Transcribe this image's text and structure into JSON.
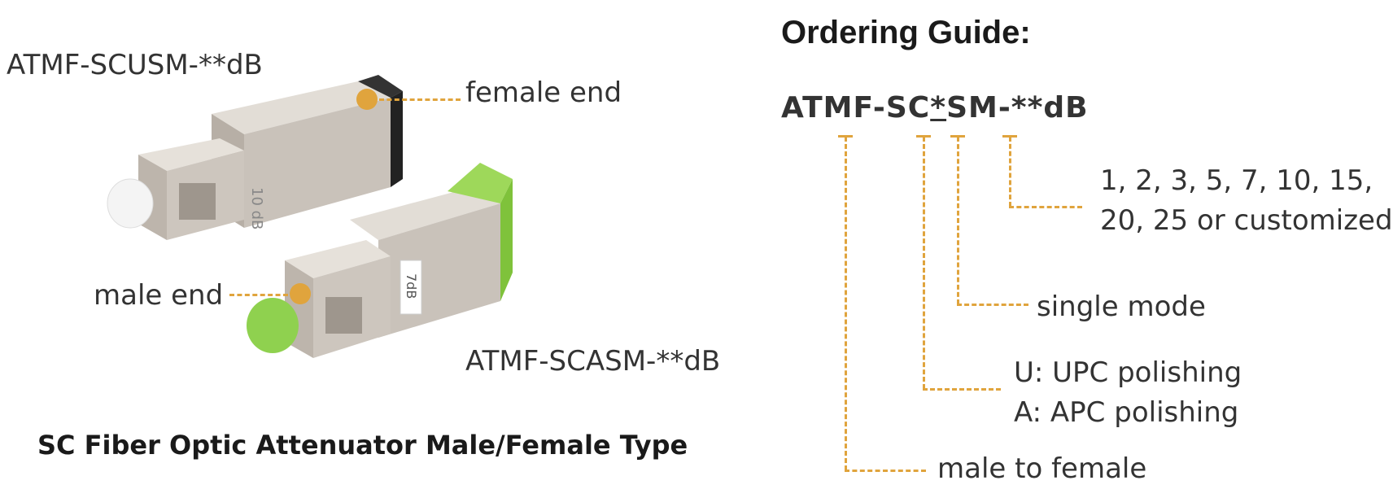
{
  "left": {
    "model_female": "ATMF-SCUSM-**dB",
    "model_green": "ATMF-SCASM-**dB",
    "female_end_label": "female end",
    "male_end_label": "male end",
    "caption": "SC Fiber Optic Attenuator Male/Female Type",
    "marking_female": "10 dB",
    "marking_green": "7dB"
  },
  "right": {
    "title": "Ordering Guide:",
    "code_prefix": "ATMF-SC",
    "code_variable": "*",
    "code_suffix": "SM-**dB",
    "values_line1": "1, 2, 3, 5, 7, 10, 15,",
    "values_line2": "20, 25 or customized",
    "single_mode": "single mode",
    "upc": "U: UPC polishing",
    "apc": "A:  APC polishing",
    "male_to_female": "male to female"
  },
  "colors": {
    "leader": "#e0a43d",
    "green_cap": "#8fd14f",
    "metal": "#cfc8c0"
  }
}
